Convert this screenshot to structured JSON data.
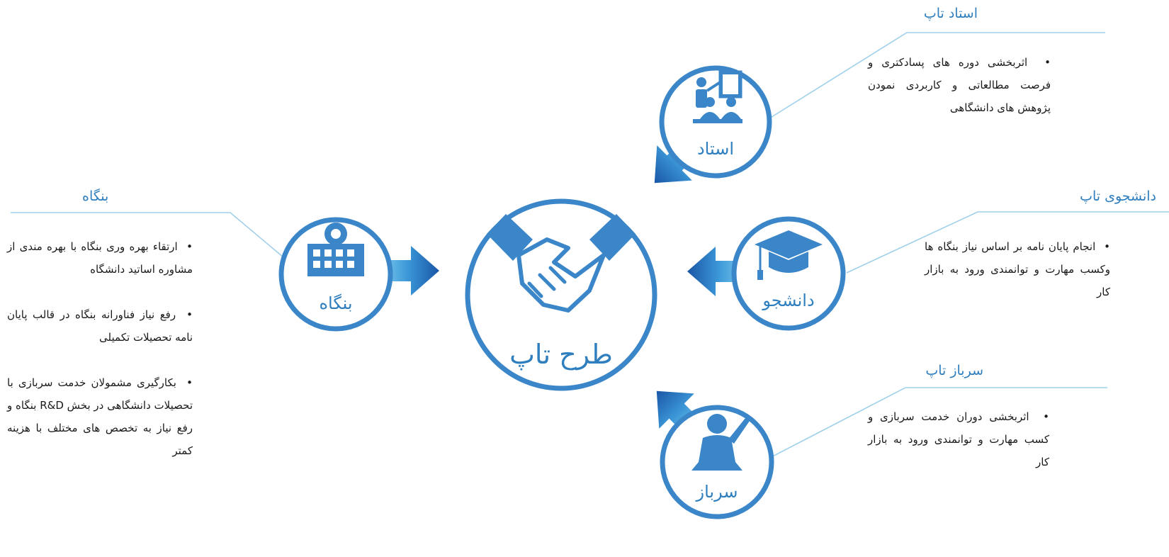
{
  "center": {
    "label": "طرح تاپ"
  },
  "nodes": {
    "ostad": {
      "label": "استاد"
    },
    "daneshjoo": {
      "label": "دانشجو"
    },
    "sarbaz": {
      "label": "سرباز"
    },
    "bongah": {
      "label": "بنگاه"
    }
  },
  "panels": {
    "ostad_tap": {
      "heading": "استاد تاپ",
      "bullets": [
        "اثربخشی دوره های پسادکتری و فرصت مطالعاتی و کاربردی نمودن پژوهش های دانشگاهی"
      ]
    },
    "daneshjoo_tap": {
      "heading": "دانشجوی تاپ",
      "bullets": [
        "انجام پایان نامه بر اساس نیاز بنگاه ها وکسب مهارت و توانمندی ورود به بازار کار"
      ]
    },
    "sarbaz_tap": {
      "heading": "سرباز تاپ",
      "bullets": [
        "اثربخشی دوران خدمت سربازی و کسب مهارت و توانمندی ورود به بازار کار"
      ]
    },
    "bongah": {
      "heading": "بنگاه",
      "bullets": [
        "ارتقاء بهره وری بنگاه با بهره مندی از مشاوره اساتید دانشگاه",
        "رفع نیاز فناورانه بنگاه در قالب پایان نامه تحصیلات تکمیلی",
        "بکارگیری مشمولان خدمت سربازی با تحصیلات دانشگاهی در بخش R&D بنگاه و رفع نیاز به تخصص های مختلف با هزینه کمتر"
      ]
    }
  },
  "colors": {
    "accent": "#2f7fbf",
    "ring": "#3a86c8",
    "line": "#9fd0ea",
    "arrow_dark": "#1b5fae",
    "arrow_light": "#7fd3f0"
  },
  "icons": {
    "ostad": "teacher-presentation-icon",
    "daneshjoo": "graduation-cap-icon",
    "sarbaz": "saluting-soldier-icon",
    "bongah": "factory-building-gear-icon",
    "center": "handshake-icon"
  }
}
